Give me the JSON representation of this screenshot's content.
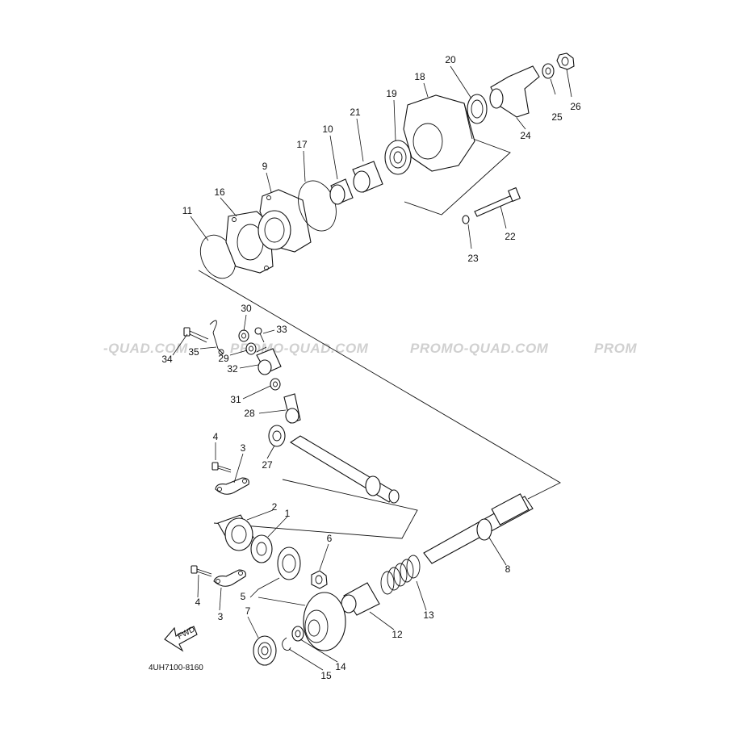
{
  "diagram_code": "4UH7100-8160",
  "fwd_label": "FWD",
  "watermarks": [
    "-QUAD.COM",
    "PROMO-QUAD.COM",
    "PROMO-QUAD.COM",
    "PROM"
  ],
  "callouts": {
    "p1": "1",
    "p2": "2",
    "p3a": "3",
    "p3b": "3",
    "p4a": "4",
    "p4b": "4",
    "p5": "5",
    "p6": "6",
    "p7": "7",
    "p8": "8",
    "p9": "9",
    "p10": "10",
    "p11": "11",
    "p12": "12",
    "p13": "13",
    "p14": "14",
    "p15": "15",
    "p16": "16",
    "p17": "17",
    "p18": "18",
    "p19": "19",
    "p20": "20",
    "p21": "21",
    "p22": "22",
    "p23": "23",
    "p24": "24",
    "p25": "25",
    "p26": "26",
    "p27": "27",
    "p28": "28",
    "p29": "29",
    "p30": "30",
    "p31": "31",
    "p32": "32",
    "p33": "33",
    "p34": "34",
    "p35": "35"
  },
  "colors": {
    "line": "#111111",
    "watermark": "#d0d0d0",
    "background": "#ffffff"
  }
}
